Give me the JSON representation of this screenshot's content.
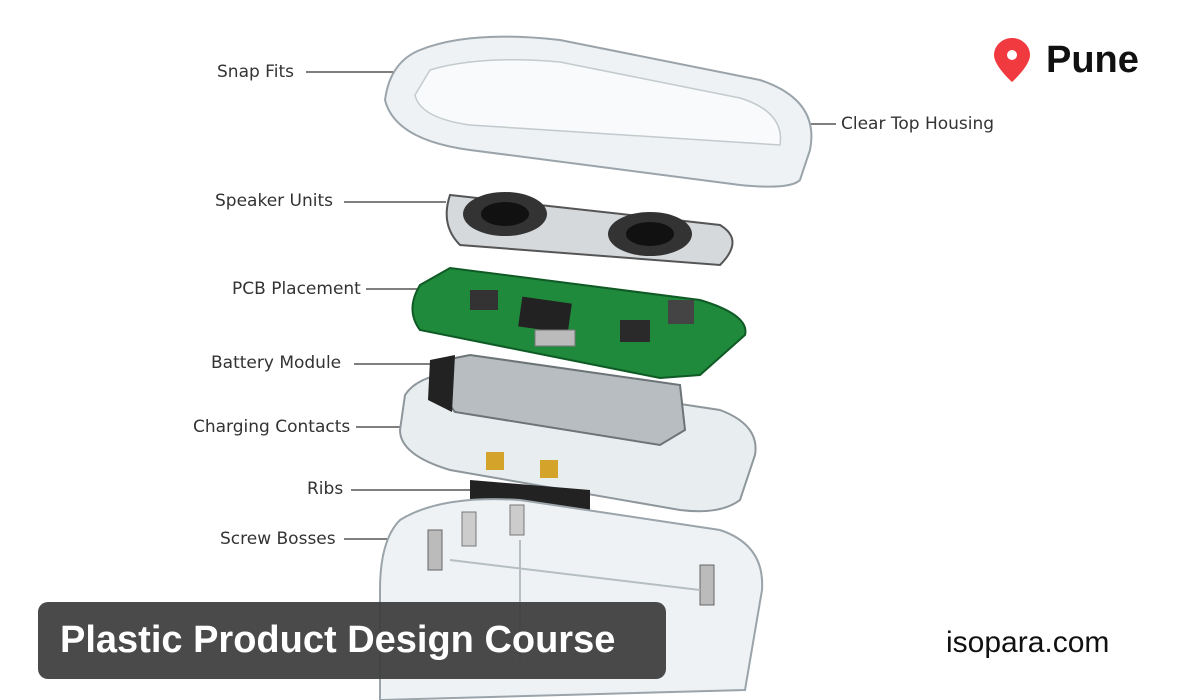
{
  "location": {
    "icon": "map-pin-icon",
    "city": "Pune",
    "pin_color": "#f03a3f"
  },
  "labels": {
    "snap_fits": "Snap Fits",
    "clear_top_housing": "Clear Top Housing",
    "speaker_units": "Speaker Units",
    "pcb_placement": "PCB Placement",
    "battery_module": "Battery Module",
    "charging_contacts": "Charging Contacts",
    "ribs": "Ribs",
    "screw_bosses": "Screw Bosses"
  },
  "banner": {
    "title": "Plastic Product Design Course"
  },
  "footer": {
    "website": "isopara.com"
  },
  "colors": {
    "pcb": "#1f8a3c",
    "banner_bg": "#3c3c3c"
  }
}
